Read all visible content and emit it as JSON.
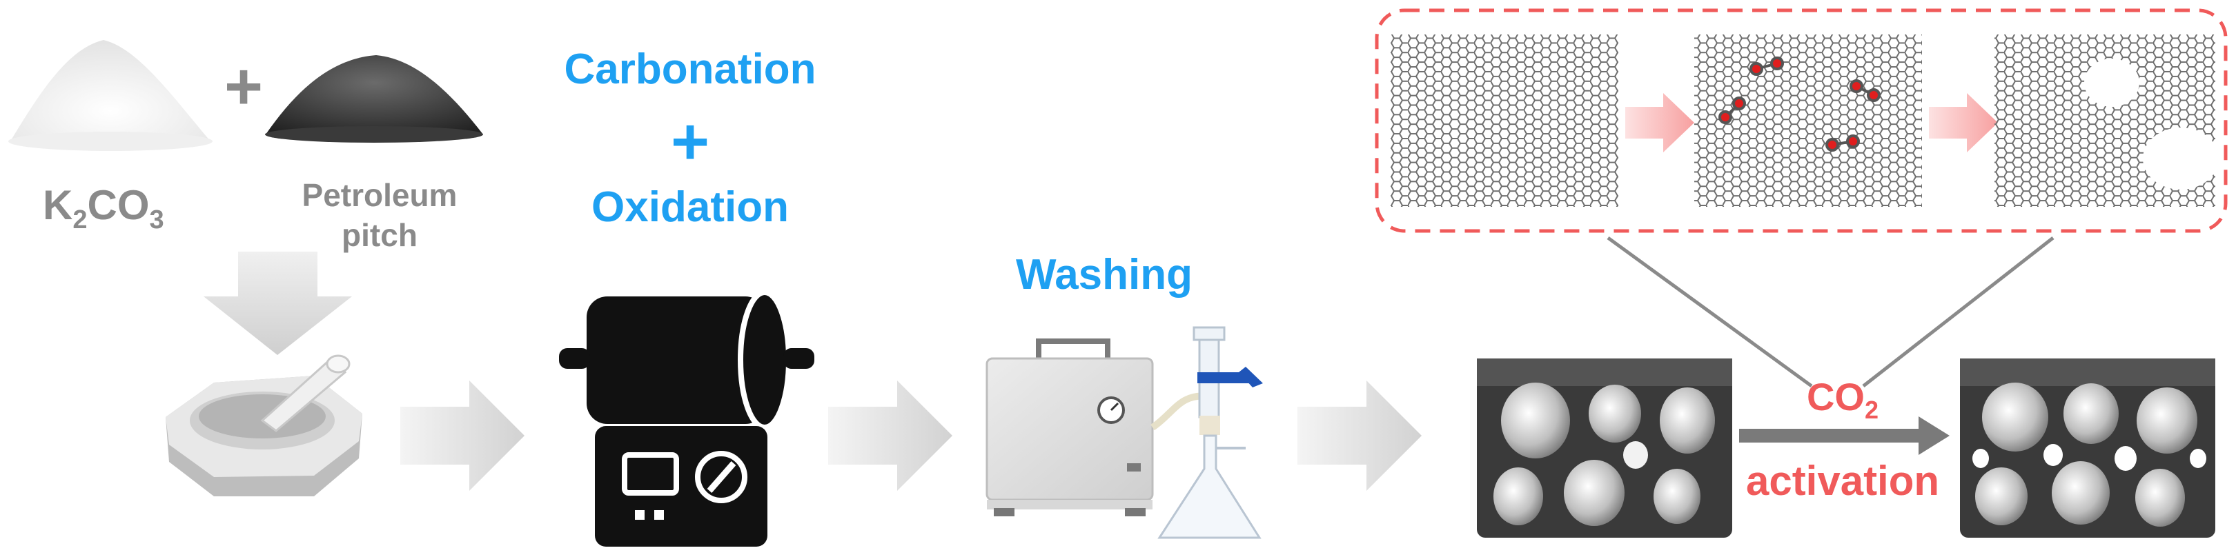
{
  "reagents": {
    "k2co3": {
      "base": "K",
      "sub1": "2",
      "mid": "CO",
      "sub2": "3"
    },
    "plus": "+",
    "pitch": {
      "line1": "Petroleum",
      "line2": "pitch"
    }
  },
  "steps": {
    "carbonation": {
      "line1": "Carbonation",
      "plus": "+",
      "line2": "Oxidation"
    },
    "washing": "Washing",
    "activation": {
      "co_base": "CO",
      "co_sub": "2",
      "line2": "activation"
    }
  },
  "colors": {
    "step_label": "#1ea0f2",
    "activation_label": "#f05a5a",
    "reagent_label": "#8a8a8a",
    "flow_arrow": "#d9d9d9",
    "inset_border": "#f05a5a"
  },
  "icons": [
    "mortar-pestle-icon",
    "ball-mill-icon",
    "vacuum-filtration-icon",
    "porous-carbon-icon",
    "graphene-lattice-icon"
  ]
}
